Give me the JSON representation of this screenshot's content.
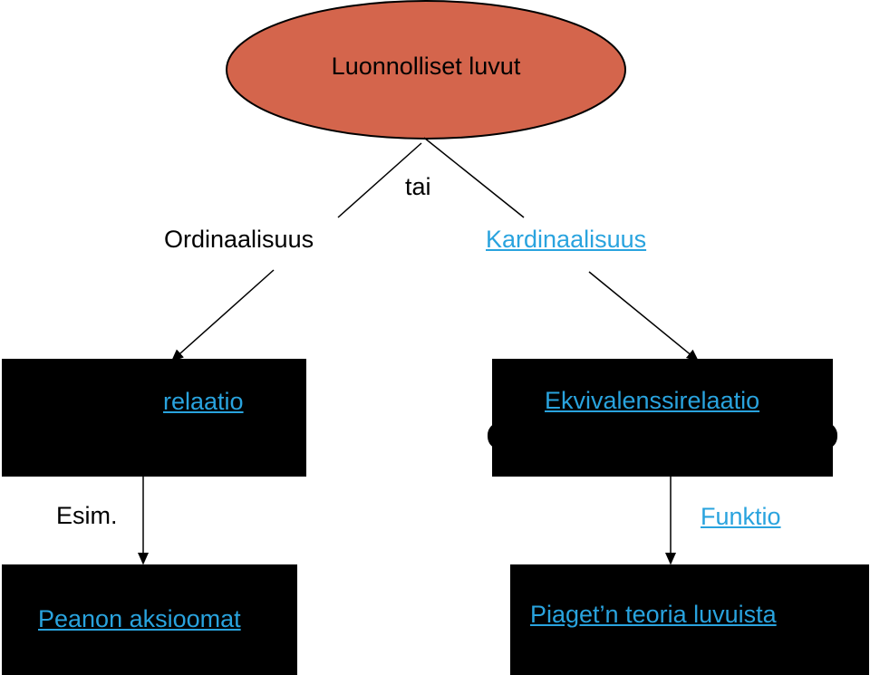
{
  "diagram": {
    "root": {
      "label": "Luonnolliset luvut",
      "fill": "#d4654c"
    },
    "connector_label": "tai",
    "branches": {
      "left": {
        "label": "Ordinaalisuus"
      },
      "right": {
        "label": "Kardinaalisuus"
      }
    },
    "boxes": {
      "left_relation": {
        "label": "relaatio"
      },
      "right_relation": {
        "label": "Ekvivalenssirelaatio"
      },
      "left_bottom": {
        "label": "Peanon aksioomat"
      },
      "right_bottom": {
        "label": "Piaget’n teoria luvuista"
      }
    },
    "side_labels": {
      "example": "Esim.",
      "function": "Funktio"
    },
    "colors": {
      "link": "#29a3de",
      "box": "#000000",
      "root": "#d4654c"
    }
  }
}
